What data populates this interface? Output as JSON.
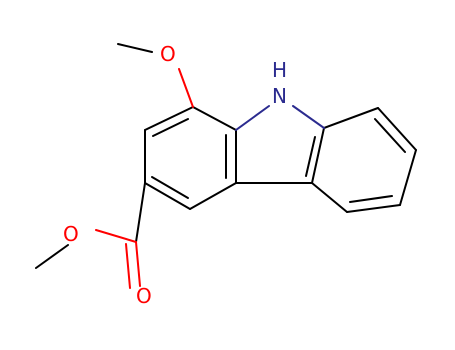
{
  "molecule": {
    "atoms": {
      "nh_label": "H",
      "n_label": "N",
      "o_methoxy_label": "O",
      "o_ester_label": "O",
      "o_carbonyl_label": "O"
    },
    "colors": {
      "carbon_bond": "#000000",
      "oxygen": "#ff0000",
      "nitrogen": "#2b2b8f"
    }
  }
}
